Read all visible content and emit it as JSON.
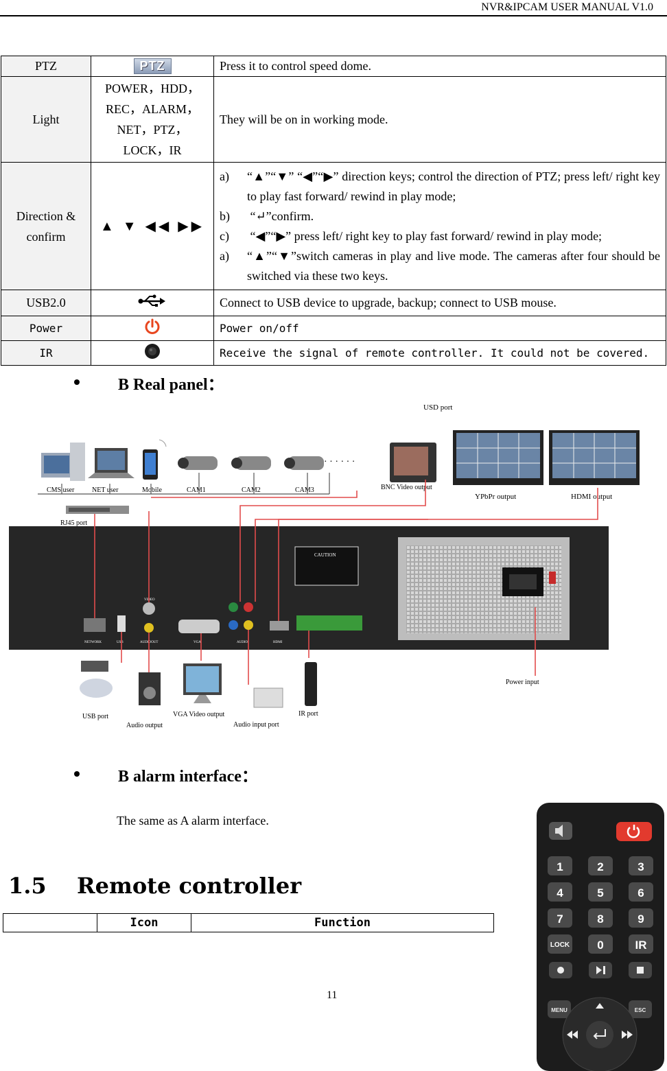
{
  "header": {
    "title": "NVR&IPCAM USER MANUAL V1.0"
  },
  "spec_table": {
    "rows": [
      {
        "name": "PTZ",
        "icon": "PTZ",
        "function": "Press it to control speed dome."
      },
      {
        "name": "Light",
        "icon_lines": [
          "POWER，HDD，",
          "REC，ALARM，",
          "NET，PTZ，",
          "LOCK，IR"
        ],
        "function": "They will be on in working mode."
      },
      {
        "name_lines": [
          "Direction &",
          "confirm"
        ],
        "icon": "▲ ▼ ◀◀ ▶▶",
        "items": [
          {
            "marker": "a)",
            "text": "direction keys; control the direction of PTZ; press left/ right key to play fast forward/ rewind in play mode;"
          },
          {
            "marker": "b)",
            "text": "confirm."
          },
          {
            "marker": "c)",
            "text": "press left/ right key to play fast forward/ rewind in play mode;"
          },
          {
            "marker": "a)",
            "text": "switch cameras in play and live mode. The cameras after four should be switched via these two keys."
          }
        ]
      },
      {
        "name": "USB2.0",
        "icon": "usb-icon",
        "function": "Connect to USB device to upgrade, backup; connect to USB mouse."
      },
      {
        "name": "Power",
        "icon": "power-icon",
        "function": "Power on/off"
      },
      {
        "name": "IR",
        "icon": "ir-receiver-icon",
        "function": "Receive the signal of remote controller. It could not be covered."
      }
    ]
  },
  "section_rear": {
    "title": "B Real panel："
  },
  "figure": {
    "labels": {
      "usd_port": "USD port",
      "cms_user": "CMS user",
      "net_user": "NET user",
      "mobile": "Mobile",
      "cam1": "CAM1",
      "cam2": "CAM2",
      "cam3": "CAM3",
      "dots": "· · · · · ·",
      "bnc": "BNC Video output",
      "ypbpr": "YPbPr output",
      "hdmi_out": "HDMI output",
      "rj45": "RJ45 port",
      "usb_port": "USB port",
      "audio_out": "Audio output",
      "vga_out": "VGA Video output",
      "audio_in": "Audio input port",
      "ir_port": "IR port",
      "power_input": "Power input",
      "p_network": "NETWORK",
      "p_usb": "USB",
      "p_audio_out": "AUDIOOUT",
      "p_vga": "VGA",
      "p_audio": "AUDIO",
      "p_hdmi": "HDMI",
      "p_video": "VIDEO",
      "p_caution": "CAUTION"
    }
  },
  "section_alarm": {
    "title": "B alarm interface：",
    "text": "The same as A alarm interface."
  },
  "section_remote": {
    "number": "1.5",
    "title": "Remote controller",
    "table_headers": [
      "",
      "Icon",
      "Function"
    ],
    "remote_keys": [
      "1",
      "2",
      "3",
      "4",
      "5",
      "6",
      "7",
      "8",
      "9",
      "LOCK",
      "0",
      "IR",
      "MENU",
      "ESC"
    ]
  },
  "page_number": "11"
}
